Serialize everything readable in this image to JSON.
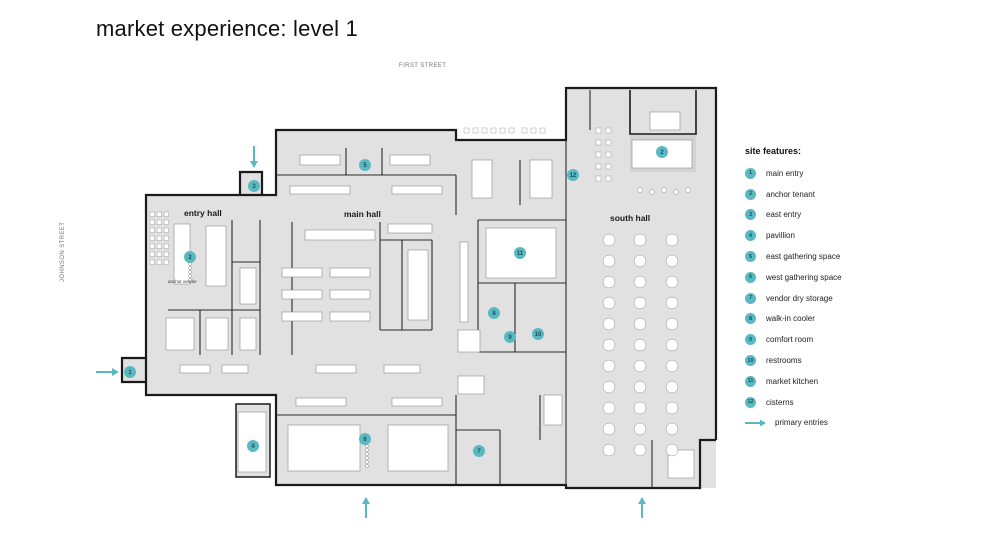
{
  "title": "market experience: level 1",
  "streets": {
    "first": "FIRST STREET",
    "johnson": "JOHNSON STREET"
  },
  "colors": {
    "accent": "#59b9c3",
    "floor": "#e1e1e1",
    "wall": "#1a1a1a",
    "fixture": "#ffffff"
  },
  "rooms": {
    "entry_hall": "entry hall",
    "main_hall": "main hall",
    "south_hall": "south hall",
    "anchor_vendor": "anchor vendor"
  },
  "legend": {
    "title": "site features:",
    "items": [
      {
        "number": "1",
        "label": "main entry"
      },
      {
        "number": "2",
        "label": "anchor tenant"
      },
      {
        "number": "3",
        "label": "east entry"
      },
      {
        "number": "4",
        "label": "pavillion"
      },
      {
        "number": "5",
        "label": "east gathering space"
      },
      {
        "number": "6",
        "label": "west gathering space"
      },
      {
        "number": "7",
        "label": "vendor dry storage"
      },
      {
        "number": "8",
        "label": "walk-in cooler"
      },
      {
        "number": "9",
        "label": "comfort room"
      },
      {
        "number": "10",
        "label": "restrooms"
      },
      {
        "number": "11",
        "label": "market kitchen"
      },
      {
        "number": "12",
        "label": "cisterns"
      }
    ],
    "primary_entries": "primary entries",
    "primary_entries_icon": "arrow-right-icon"
  },
  "map_markers": [
    {
      "number": "1"
    },
    {
      "number": "2"
    },
    {
      "number": "2"
    },
    {
      "number": "3"
    },
    {
      "number": "4"
    },
    {
      "number": "5"
    },
    {
      "number": "6"
    },
    {
      "number": "7"
    },
    {
      "number": "8"
    },
    {
      "number": "9"
    },
    {
      "number": "10"
    },
    {
      "number": "11"
    },
    {
      "number": "12"
    }
  ]
}
